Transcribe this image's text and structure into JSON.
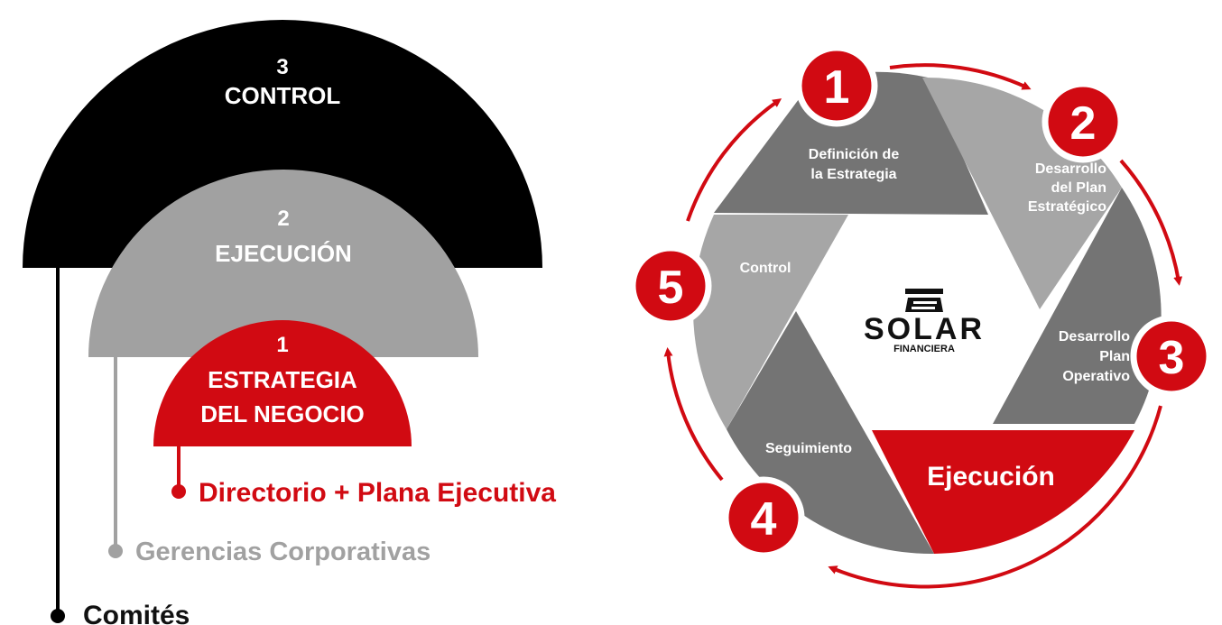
{
  "colors": {
    "black": "#000000",
    "gray": "#a1a1a1",
    "red": "#d10a12",
    "dark_segment": "#747474",
    "light_segment": "#a6a6a6",
    "arrow": "#d10a12"
  },
  "levels": {
    "control": {
      "number": "3",
      "title": "CONTROL"
    },
    "execution": {
      "number": "2",
      "title": "EJECUCIÓN"
    },
    "strategy": {
      "number": "1",
      "title_line1": "ESTRATEGIA",
      "title_line2": "DEL NEGOCIO"
    }
  },
  "legend": {
    "directorio": "Directorio + Plana Ejecutiva",
    "gerencias": "Gerencias Corporativas",
    "comites": "Comités"
  },
  "cycle": {
    "steps": [
      {
        "number": "1",
        "line1": "Definición de",
        "line2": "la Estrategia"
      },
      {
        "number": "2",
        "line1": "Desarrollo",
        "line2": "del Plan",
        "line3": "Estratégico"
      },
      {
        "number": "3",
        "line1": "Desarrollo",
        "line2": "Plan",
        "line3": "Operativo"
      },
      {
        "number": "4",
        "line1": "Seguimiento"
      },
      {
        "number": "5",
        "line1": "Control"
      }
    ],
    "center_segment": "Ejecución"
  },
  "logo": {
    "name": "SOLAR",
    "subtitle": "FINANCIERA"
  }
}
